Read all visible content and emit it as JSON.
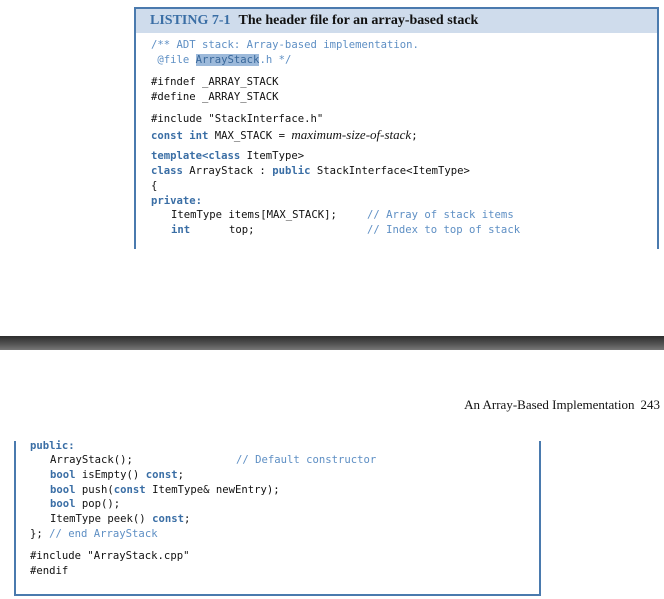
{
  "listing": {
    "label": "LISTING 7-1",
    "title": "The header file for an array-based stack"
  },
  "top_code": {
    "c1": "/** ADT stack: Array-based implementation.",
    "c2_pre": " @file ",
    "c2_hl": "ArrayStack",
    "c2_post": ".h */",
    "ifndef": "#ifndef _ARRAY_STACK",
    "define": "#define _ARRAY_STACK",
    "include": "#include \"StackInterface.h\"",
    "const_kw": "const int",
    "const_rest": " MAX_STACK = ",
    "const_it": "maximum-size-of-stack",
    "const_end": ";",
    "template_kw": "template<class",
    "template_rest": " ItemType>",
    "class_kw": "class",
    "class_mid": " ArrayStack : ",
    "public_kw": "public",
    "class_rest": " StackInterface<ItemType>",
    "brace": "{",
    "private_kw": "private:",
    "items_code": "ItemType items[MAX_STACK];",
    "items_cm": "// Array of stack items",
    "top_kw": "int",
    "top_code": "top;",
    "top_cm": "// Index to top of stack"
  },
  "page_header": {
    "title": "An Array-Based Implementation",
    "page": "243"
  },
  "bottom_code": {
    "public_kw": "public:",
    "ctor": "ArrayStack();",
    "ctor_cm": "// Default constructor",
    "bool1": "bool",
    "isempty": " isEmpty() ",
    "const1": "const",
    "semi1": ";",
    "bool2": "bool",
    "push_a": " push(",
    "const2": "const",
    "push_b": " ItemType& newEntry);",
    "bool3": "bool",
    "pop": " pop();",
    "peek": "ItemType peek() ",
    "const3": "const",
    "semi3": ";",
    "end": "};",
    "end_cm": " // end ArrayStack",
    "include": "#include \"ArrayStack.cpp\"",
    "endif": "#endif"
  }
}
